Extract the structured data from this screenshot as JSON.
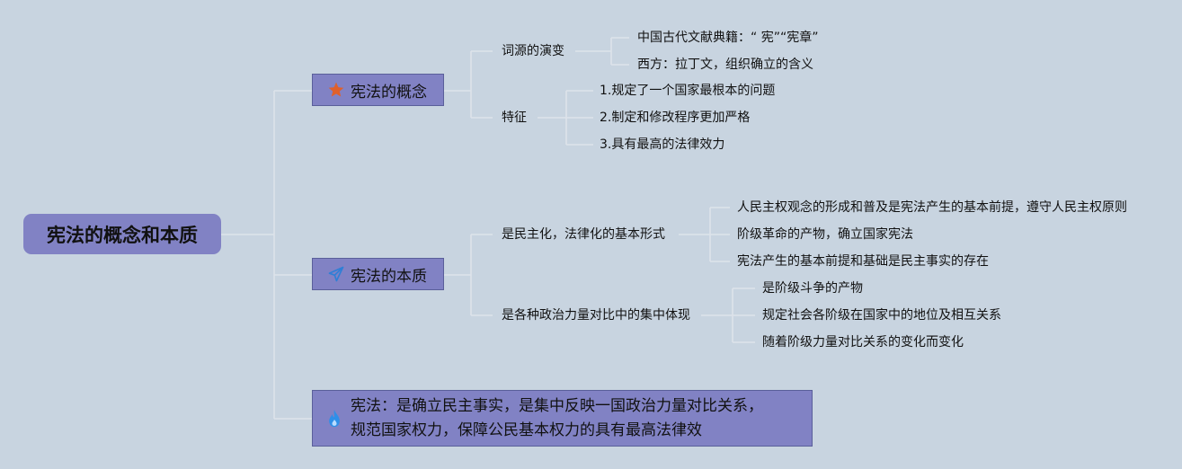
{
  "root": {
    "title": "宪法的概念和本质"
  },
  "branches": [
    {
      "label": "宪法的概念",
      "icon": "star-icon",
      "subs": [
        {
          "label": "词源的演变",
          "items": [
            "中国古代文献典籍：“ 宪”“宪章”",
            "西方：拉丁文，组织确立的含义"
          ]
        },
        {
          "label": "特征",
          "items": [
            "1.规定了一个国家最根本的问题",
            "2.制定和修改程序更加严格",
            "3.具有最高的法律效力"
          ]
        }
      ]
    },
    {
      "label": "宪法的本质",
      "icon": "paper-plane-icon",
      "subs": [
        {
          "label": "是民主化，法律化的基本形式",
          "items": [
            "人民主权观念的形成和普及是宪法产生的基本前提，遵守人民主权原则",
            "阶级革命的产物，确立国家宪法",
            "宪法产生的基本前提和基础是民主事实的存在"
          ]
        },
        {
          "label": "是各种政治力量对比中的集中体现",
          "items": [
            "是阶级斗争的产物",
            "规定社会各阶级在国家中的地位及相互关系",
            "随着阶级力量对比关系的变化而变化"
          ]
        }
      ]
    }
  ],
  "summary": {
    "icon": "flame-icon",
    "line1": "宪法：是确立民主事实，是集中反映一国政治力量对比关系，",
    "line2": "规范国家权力，保障公民基本权力的具有最高法律效"
  },
  "colors": {
    "background": "#c8d4e0",
    "node": "#8182c4",
    "line": "#dde3ea",
    "star": "#e0602a",
    "plane": "#2f7fd6",
    "flame": "#2f8fe8"
  }
}
